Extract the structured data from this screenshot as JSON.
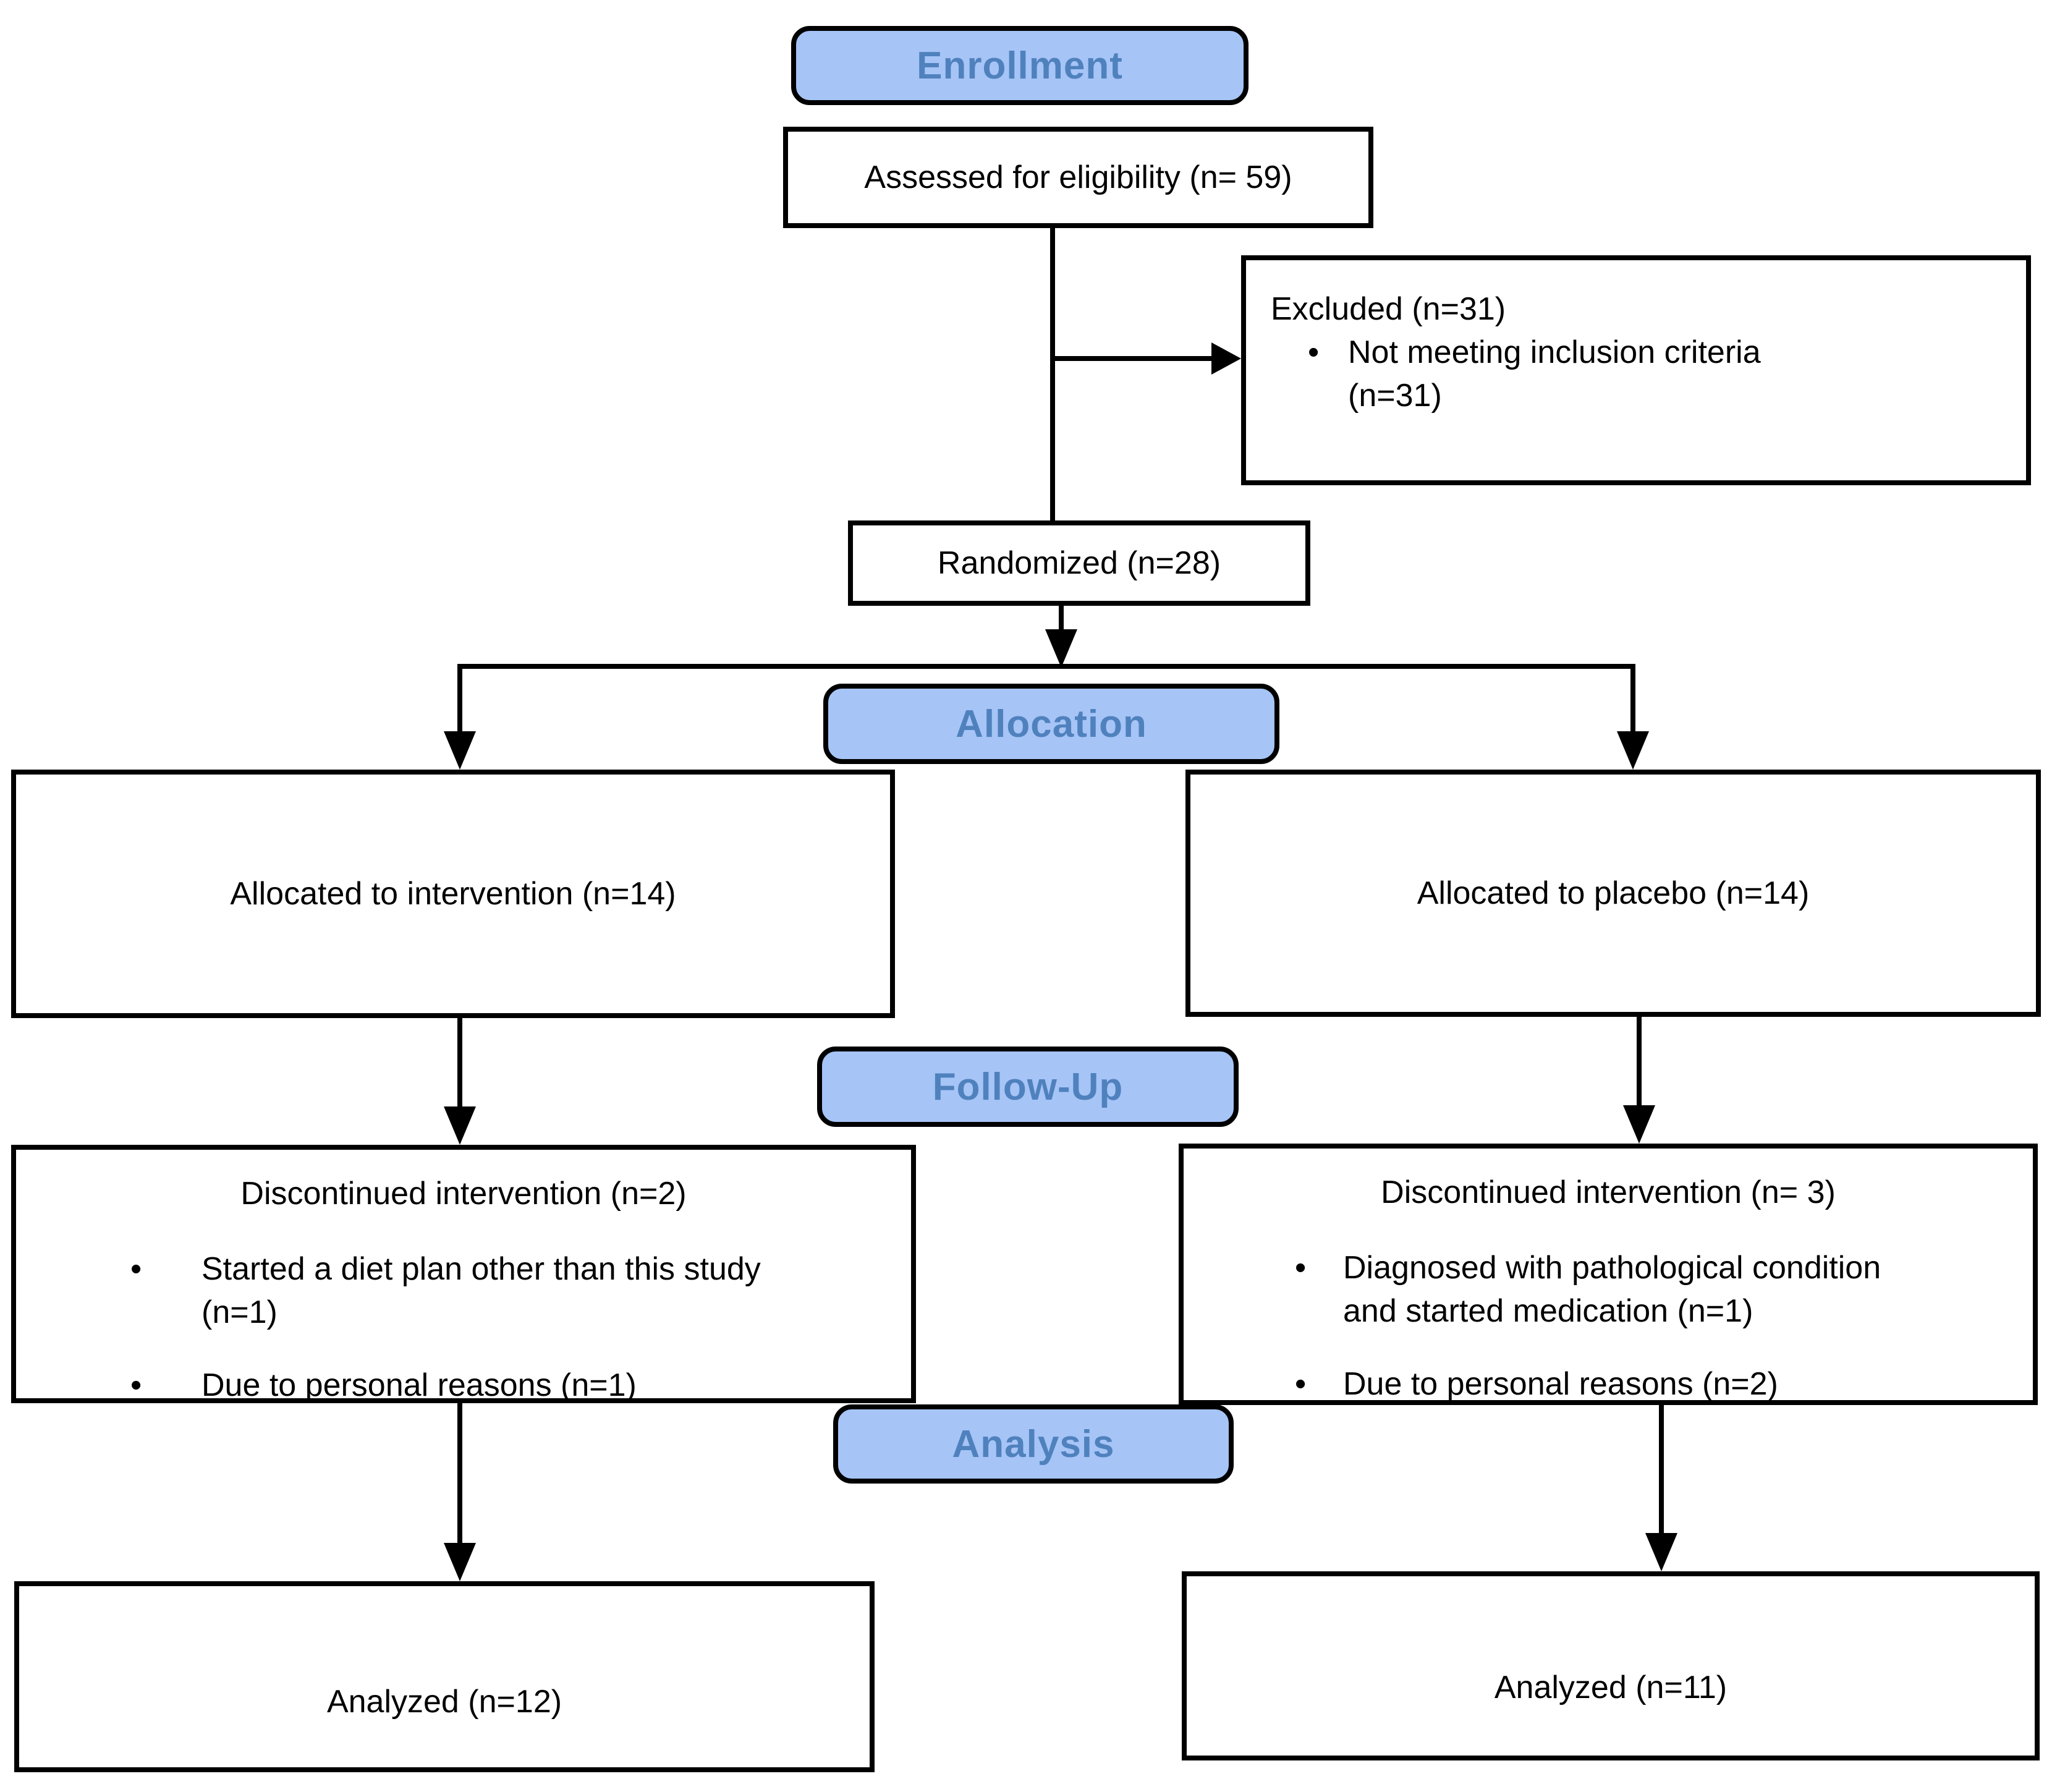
{
  "colors": {
    "header_fill": "#A6C4F6",
    "header_text": "#4F81BD",
    "box_border": "#000000",
    "line_color": "#000000",
    "box_bg": "#FFFFFF"
  },
  "glyphs": {
    "bullet": "•"
  },
  "headers": {
    "enrollment": "Enrollment",
    "allocation": "Allocation",
    "followup": "Follow-Up",
    "analysis": "Analysis"
  },
  "boxes": {
    "assessed": {
      "text": "Assessed for eligibility (n= 59)"
    },
    "excluded": {
      "title": "Excluded (n=31)",
      "bullets": [
        {
          "lines": [
            "Not meeting inclusion criteria",
            "(n=31)"
          ]
        }
      ]
    },
    "randomized": {
      "text": "Randomized (n=28)"
    },
    "allocated_intervention": {
      "text": "Allocated to intervention (n=14)"
    },
    "allocated_placebo": {
      "text": "Allocated to placebo (n=14)"
    },
    "discontinued_intervention": {
      "title": "Discontinued intervention (n=2)",
      "bullets": [
        {
          "lines": [
            "Started a diet plan other than this study",
            "(n=1)"
          ]
        },
        {
          "lines": [
            "Due to personal reasons (n=1)"
          ]
        }
      ]
    },
    "discontinued_placebo": {
      "title": "Discontinued intervention (n= 3)",
      "bullets": [
        {
          "lines": [
            "Diagnosed with pathological condition",
            "and started medication (n=1)"
          ]
        },
        {
          "lines": [
            "Due to personal reasons (n=2)"
          ]
        }
      ]
    },
    "analyzed_intervention": {
      "text": "Analyzed (n=12)"
    },
    "analyzed_placebo": {
      "text": "Analyzed (n=11)"
    }
  }
}
